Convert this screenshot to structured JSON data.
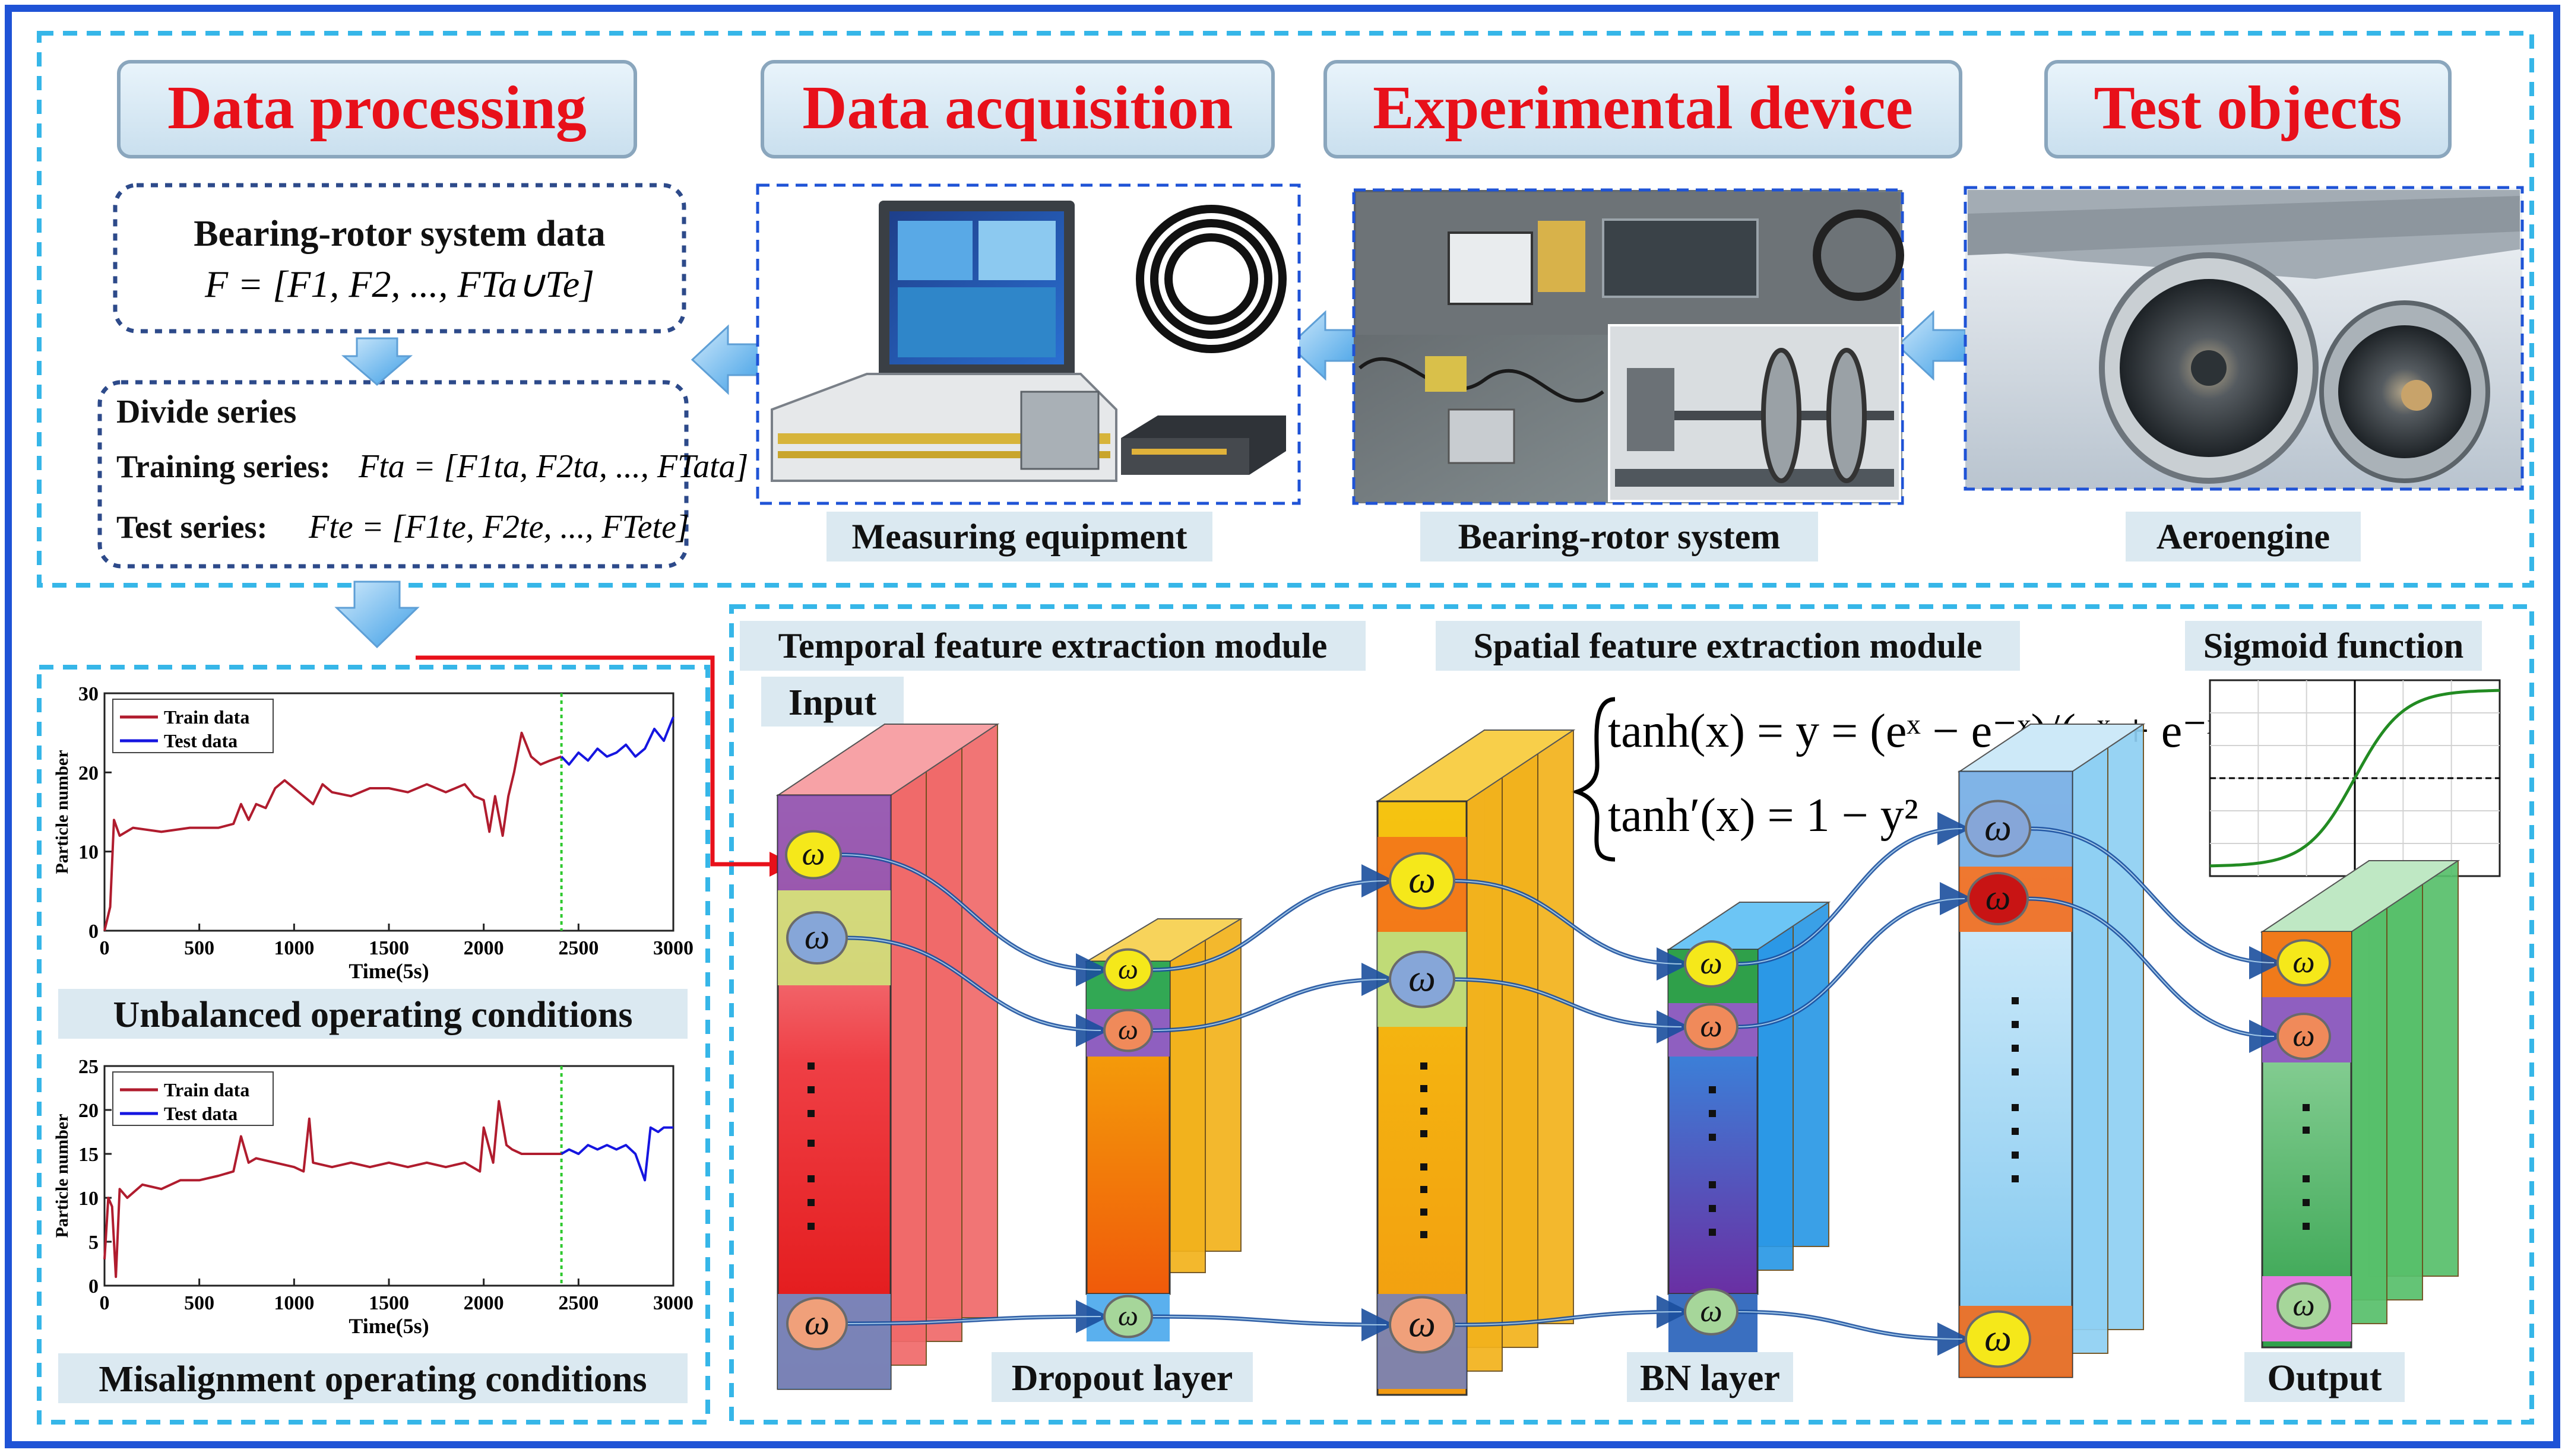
{
  "colors": {
    "outer_border": "#1f53d6",
    "dashed_border": "#36b6e8",
    "header_text": "#e8101a",
    "label_bg": "#dbe9f1",
    "arrow_blue": "#5ab0ee",
    "connector_red": "#e8101a",
    "train_line": "#b01c2e",
    "test_line": "#1515e0",
    "split_line": "#2ec82e"
  },
  "top": {
    "headers": {
      "data_processing": "Data processing",
      "data_acquisition": "Data acquisition",
      "experimental_device": "Experimental device",
      "test_objects": "Test objects"
    },
    "data_box": {
      "title": "Bearing-rotor system data",
      "formula": "F = [F1, F2, ..., FTa∪Te]"
    },
    "divide_box": {
      "title": "Divide series",
      "training_label": "Training series:",
      "training_formula": "Fta = [F1ta, F2ta, ..., FTata]",
      "test_label": "Test series:",
      "test_formula": "Fte = [F1te, F2te, ..., FTete]"
    },
    "captions": {
      "measuring": "Measuring equipment",
      "bearing": "Bearing-rotor system",
      "aeroengine": "Aeroengine"
    }
  },
  "charts": {
    "unbalanced_caption": "Unbalanced operating conditions",
    "misalignment_caption": "Misalignment operating conditions"
  },
  "chart_data": [
    {
      "type": "line",
      "xlabel": "Time(5s)",
      "ylabel": "Particle number",
      "xlim": [
        0,
        3000
      ],
      "ylim": [
        0,
        30
      ],
      "xticks": [
        0,
        500,
        1000,
        1500,
        2000,
        2500,
        3000
      ],
      "yticks": [
        0,
        10,
        20,
        30
      ],
      "legend_position": "top-left",
      "split_x": 2410,
      "series": [
        {
          "name": "Train data",
          "color": "#b01c2e",
          "x": [
            0,
            30,
            50,
            80,
            150,
            300,
            450,
            600,
            680,
            720,
            760,
            800,
            850,
            900,
            950,
            1000,
            1050,
            1100,
            1150,
            1200,
            1300,
            1400,
            1500,
            1600,
            1700,
            1800,
            1900,
            1950,
            2000,
            2030,
            2060,
            2100,
            2130,
            2160,
            2200,
            2250,
            2300,
            2350,
            2410
          ],
          "y": [
            0,
            3,
            14,
            12,
            13,
            12.5,
            13,
            13,
            13.5,
            16,
            14,
            16,
            15.5,
            18,
            19,
            18,
            17,
            16,
            18.5,
            17.5,
            17,
            18,
            18,
            17.5,
            18.5,
            17.5,
            18.5,
            17,
            16.5,
            12.5,
            17,
            12,
            17,
            20,
            25,
            22,
            21,
            21.5,
            22
          ]
        },
        {
          "name": "Test data",
          "color": "#1515e0",
          "x": [
            2410,
            2450,
            2500,
            2550,
            2600,
            2650,
            2700,
            2750,
            2800,
            2850,
            2900,
            2950,
            3000
          ],
          "y": [
            22,
            21,
            22.5,
            21.5,
            23,
            22,
            22.5,
            23.5,
            22,
            23,
            25.5,
            24,
            27
          ]
        }
      ]
    },
    {
      "type": "line",
      "xlabel": "Time(5s)",
      "ylabel": "Particle number",
      "xlim": [
        0,
        3000
      ],
      "ylim": [
        0,
        25
      ],
      "xticks": [
        0,
        500,
        1000,
        1500,
        2000,
        2500,
        3000
      ],
      "yticks": [
        0,
        5,
        10,
        15,
        20,
        25
      ],
      "legend_position": "top-left",
      "split_x": 2410,
      "series": [
        {
          "name": "Train data",
          "color": "#b01c2e",
          "x": [
            0,
            20,
            40,
            60,
            80,
            120,
            200,
            300,
            400,
            500,
            600,
            680,
            720,
            760,
            800,
            900,
            1000,
            1050,
            1080,
            1100,
            1200,
            1300,
            1400,
            1500,
            1600,
            1700,
            1800,
            1900,
            1980,
            2000,
            2050,
            2080,
            2120,
            2150,
            2200,
            2300,
            2410
          ],
          "y": [
            3,
            10,
            9,
            1,
            11,
            10,
            11.5,
            11,
            12,
            12,
            12.5,
            13,
            17,
            14,
            14.5,
            14,
            13.5,
            13,
            19,
            14,
            13.5,
            14,
            13.5,
            14,
            13.5,
            14,
            13.5,
            14,
            13,
            18,
            14,
            21,
            16,
            15.5,
            15,
            15,
            15
          ]
        },
        {
          "name": "Test data",
          "color": "#1515e0",
          "x": [
            2410,
            2450,
            2500,
            2550,
            2600,
            2650,
            2700,
            2750,
            2800,
            2850,
            2880,
            2920,
            2950,
            3000
          ],
          "y": [
            15,
            15.5,
            15,
            16,
            15.5,
            16,
            15.5,
            16,
            15,
            12,
            18,
            17.5,
            18,
            18
          ]
        }
      ]
    },
    {
      "type": "line",
      "title": "Sigmoid function",
      "xlim": [
        -6,
        6
      ],
      "ylim": [
        0,
        1
      ],
      "grid": true,
      "series": [
        {
          "color": "#228b22",
          "function": "sigmoid"
        }
      ]
    }
  ],
  "network": {
    "module_labels": {
      "temporal": "Temporal feature extraction module",
      "spatial": "Spatial feature extraction module",
      "sigmoid": "Sigmoid function"
    },
    "layer_labels": {
      "input": "Input",
      "dropout": "Dropout layer",
      "bn": "BN layer",
      "output": "Output"
    },
    "formula": {
      "line1": "tanh(x) = y = (eˣ − e⁻ˣ)/(eˣ + e⁻ˣ)",
      "line2": "tanh′(x) = 1 − y²"
    },
    "node_symbol": "ω"
  }
}
